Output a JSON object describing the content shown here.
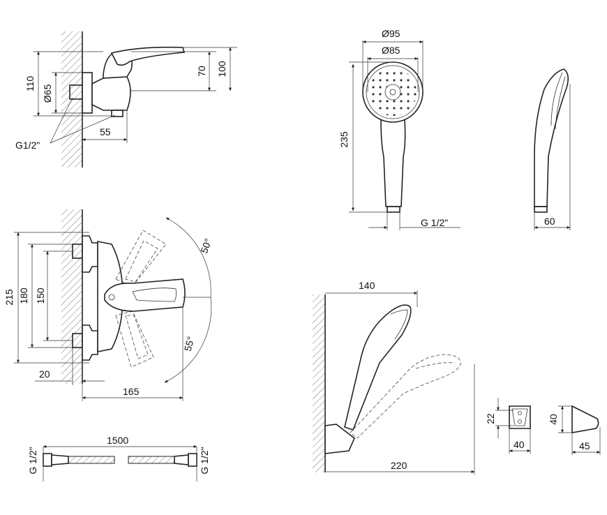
{
  "dimensions": {
    "mixer_side": {
      "d110": "110",
      "d65": "Ø65",
      "d70": "70",
      "d100": "100",
      "d55": "55",
      "thread": "G1/2\""
    },
    "hand_shower": {
      "d95": "Ø95",
      "d85": "Ø85",
      "d235": "235",
      "thread": "G 1/2\"",
      "d60": "60"
    },
    "mixer_front": {
      "d215": "215",
      "d180": "180",
      "d150": "150",
      "d20": "20",
      "d165": "165",
      "angle_top": "50°",
      "angle_bottom": "55°"
    },
    "hose": {
      "length": "1500",
      "thread_left": "G 1/2\"",
      "thread_right": "G 1/2\""
    },
    "holder": {
      "d140": "140",
      "d220": "220"
    },
    "bracket": {
      "d22": "22",
      "d40a": "40",
      "d40b": "40",
      "d45": "45"
    }
  }
}
